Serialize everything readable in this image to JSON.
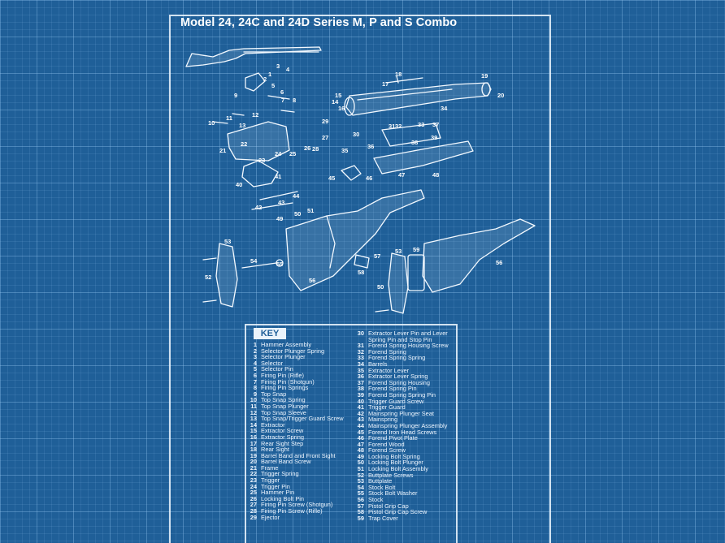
{
  "title": "Model 24, 24C and 24D Series M, P and S Combo",
  "key": {
    "heading": "KEY",
    "items": [
      {
        "n": "1",
        "t": "Hammer Assembly"
      },
      {
        "n": "2",
        "t": "Selector Plunger Spring"
      },
      {
        "n": "3",
        "t": "Selector Plunger"
      },
      {
        "n": "4",
        "t": "Selector"
      },
      {
        "n": "5",
        "t": "Selector Pin"
      },
      {
        "n": "6",
        "t": "Firing Pin (Rifle)"
      },
      {
        "n": "7",
        "t": "Firing Pin (Shotgun)"
      },
      {
        "n": "8",
        "t": "Firing Pin Springs"
      },
      {
        "n": "9",
        "t": "Top Snap"
      },
      {
        "n": "10",
        "t": "Top Snap Spring"
      },
      {
        "n": "11",
        "t": "Top Snap Plunger"
      },
      {
        "n": "12",
        "t": "Top Snap Sleeve"
      },
      {
        "n": "13",
        "t": "Top Snap/Trigger Guard Screw"
      },
      {
        "n": "14",
        "t": "Extractor"
      },
      {
        "n": "15",
        "t": "Extractor Screw"
      },
      {
        "n": "16",
        "t": "Extractor Spring"
      },
      {
        "n": "17",
        "t": "Rear Sight Step"
      },
      {
        "n": "18",
        "t": "Rear Sight"
      },
      {
        "n": "19",
        "t": "Barrel Band and Front Sight"
      },
      {
        "n": "20",
        "t": "Barrel Band Screw"
      },
      {
        "n": "21",
        "t": "Frame"
      },
      {
        "n": "22",
        "t": "Trigger Spring"
      },
      {
        "n": "23",
        "t": "Trigger"
      },
      {
        "n": "24",
        "t": "Trigger Pin"
      },
      {
        "n": "25",
        "t": "Hammer Pin"
      },
      {
        "n": "26",
        "t": "Locking Bolt Pin"
      },
      {
        "n": "27",
        "t": "Firing Pin Screw (Shotgun)"
      },
      {
        "n": "28",
        "t": "Firing Pin Screw (Rifle)"
      },
      {
        "n": "29",
        "t": "Ejector"
      },
      {
        "n": "30",
        "t": "Extractor Lever Pin and Lever Spring Pin and Stop Pin"
      },
      {
        "n": "31",
        "t": "Forend Spring Housing Screw"
      },
      {
        "n": "32",
        "t": "Forend Spring"
      },
      {
        "n": "33",
        "t": "Forend Spring Spring"
      },
      {
        "n": "34",
        "t": "Barrels"
      },
      {
        "n": "35",
        "t": "Extractor Lever"
      },
      {
        "n": "36",
        "t": "Extractor Lever Spring"
      },
      {
        "n": "37",
        "t": "Forend Spring Housing"
      },
      {
        "n": "38",
        "t": "Forend Spring Pin"
      },
      {
        "n": "39",
        "t": "Forend Spring Spring Pin"
      },
      {
        "n": "40",
        "t": "Trigger Guard Screw"
      },
      {
        "n": "41",
        "t": "Trigger Guard"
      },
      {
        "n": "42",
        "t": "Mainspring Plunger Seat"
      },
      {
        "n": "43",
        "t": "Mainspring"
      },
      {
        "n": "44",
        "t": "Mainspring Plunger Assembly"
      },
      {
        "n": "45",
        "t": "Forend Iron Head Screws"
      },
      {
        "n": "46",
        "t": "Forend Pivot Plate"
      },
      {
        "n": "47",
        "t": "Forend Wood"
      },
      {
        "n": "48",
        "t": "Forend Screw"
      },
      {
        "n": "49",
        "t": "Locking Bolt Spring"
      },
      {
        "n": "50",
        "t": "Locking Bolt Plunger"
      },
      {
        "n": "51",
        "t": "Locking Bolt Assembly"
      },
      {
        "n": "52",
        "t": "Buttplate Screws"
      },
      {
        "n": "53",
        "t": "Buttplate"
      },
      {
        "n": "54",
        "t": "Stock Bolt"
      },
      {
        "n": "55",
        "t": "Stock Bolt Washer"
      },
      {
        "n": "56",
        "t": "Stock"
      },
      {
        "n": "57",
        "t": "Pistol Grip Cap"
      },
      {
        "n": "58",
        "t": "Pistol Grip Cap Screw"
      },
      {
        "n": "59",
        "t": "Trap Cover"
      }
    ]
  },
  "callouts": [
    {
      "n": "1"
    },
    {
      "n": "2"
    },
    {
      "n": "3"
    },
    {
      "n": "4"
    },
    {
      "n": "5"
    },
    {
      "n": "6"
    },
    {
      "n": "7"
    },
    {
      "n": "8"
    },
    {
      "n": "9"
    },
    {
      "n": "10"
    },
    {
      "n": "11"
    },
    {
      "n": "12"
    },
    {
      "n": "13"
    },
    {
      "n": "14"
    },
    {
      "n": "15"
    },
    {
      "n": "16"
    },
    {
      "n": "17"
    },
    {
      "n": "18"
    },
    {
      "n": "19"
    },
    {
      "n": "20"
    },
    {
      "n": "21"
    },
    {
      "n": "22"
    },
    {
      "n": "23"
    },
    {
      "n": "24"
    },
    {
      "n": "25"
    },
    {
      "n": "26"
    },
    {
      "n": "27"
    },
    {
      "n": "28"
    },
    {
      "n": "29"
    },
    {
      "n": "30"
    },
    {
      "n": "31"
    },
    {
      "n": "32"
    },
    {
      "n": "33"
    },
    {
      "n": "34"
    },
    {
      "n": "35"
    },
    {
      "n": "36"
    },
    {
      "n": "37"
    },
    {
      "n": "38"
    },
    {
      "n": "39"
    },
    {
      "n": "40"
    },
    {
      "n": "41"
    },
    {
      "n": "42"
    },
    {
      "n": "43"
    },
    {
      "n": "44"
    },
    {
      "n": "45"
    },
    {
      "n": "46"
    },
    {
      "n": "47"
    },
    {
      "n": "48"
    },
    {
      "n": "49"
    },
    {
      "n": "50"
    },
    {
      "n": "51"
    },
    {
      "n": "52"
    },
    {
      "n": "53"
    },
    {
      "n": "54"
    },
    {
      "n": "55"
    },
    {
      "n": "56"
    },
    {
      "n": "57"
    },
    {
      "n": "58"
    },
    {
      "n": "59"
    },
    {
      "n": "50"
    },
    {
      "n": "53"
    },
    {
      "n": "56"
    }
  ],
  "colors": {
    "background": "#1f5f98",
    "line": "#f3f9ff",
    "grid": "#6fa6d6"
  }
}
